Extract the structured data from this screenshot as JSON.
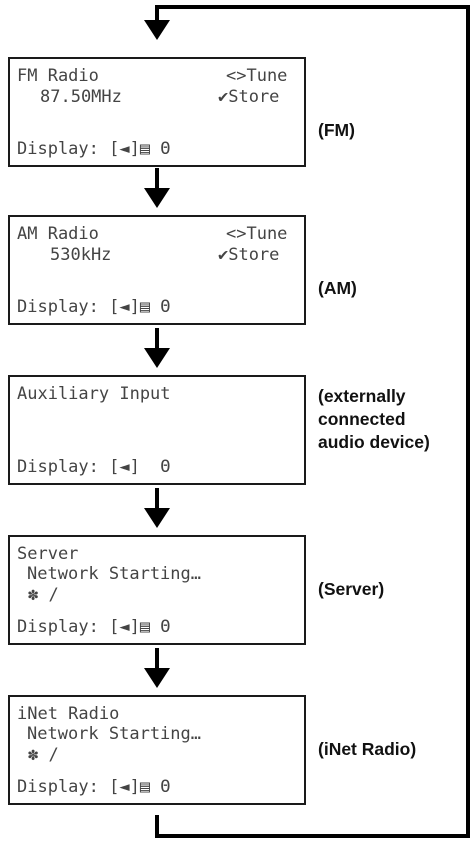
{
  "screens": [
    {
      "id": "fm",
      "title": "FM Radio",
      "title_right": "<>Tune",
      "line2": "87.50MHz",
      "line2_right": "✔Store",
      "line3": "",
      "display": "Display: [◄]▤ Θ",
      "mode_label": "(FM)"
    },
    {
      "id": "am",
      "title": "AM Radio",
      "title_right": "<>Tune",
      "line2": "530kHz",
      "line2_right": "✔Store",
      "line3": "",
      "display": "Display: [◄]▤ Θ",
      "mode_label": "(AM)"
    },
    {
      "id": "aux",
      "title": "Auxiliary Input",
      "title_right": "",
      "line2": "",
      "line2_right": "",
      "line3": "",
      "display": "Display: [◄]  Θ",
      "mode_label": "(externally\nconnected\naudio device)"
    },
    {
      "id": "server",
      "title": "Server",
      "title_right": "",
      "line2": "Network Starting…",
      "line2_right": "",
      "line3": "✽ /",
      "display": "Display: [◄]▤ Θ",
      "mode_label": "(Server)"
    },
    {
      "id": "inet",
      "title": "iNet Radio",
      "title_right": "",
      "line2": "Network Starting…",
      "line2_right": "",
      "line3": "✽ /",
      "display": "Display: [◄]▤ Θ",
      "mode_label": "(iNet Radio)"
    }
  ],
  "colors": {
    "line": "#000000",
    "lcd_text": "#444444",
    "frame": "#1a1a1a"
  }
}
